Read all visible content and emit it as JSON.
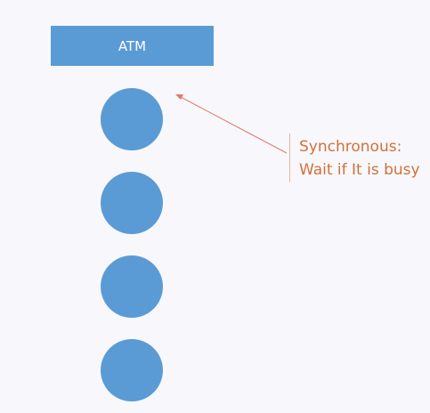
{
  "atm": {
    "label": "ATM",
    "color": "#5b9bd5"
  },
  "queue": {
    "count": 4,
    "color": "#5b9bd5"
  },
  "annotation": {
    "line1": "Synchronous:",
    "line2": "Wait if It is busy",
    "text_color": "#d2703a",
    "arrow_color": "#e07a6a"
  }
}
